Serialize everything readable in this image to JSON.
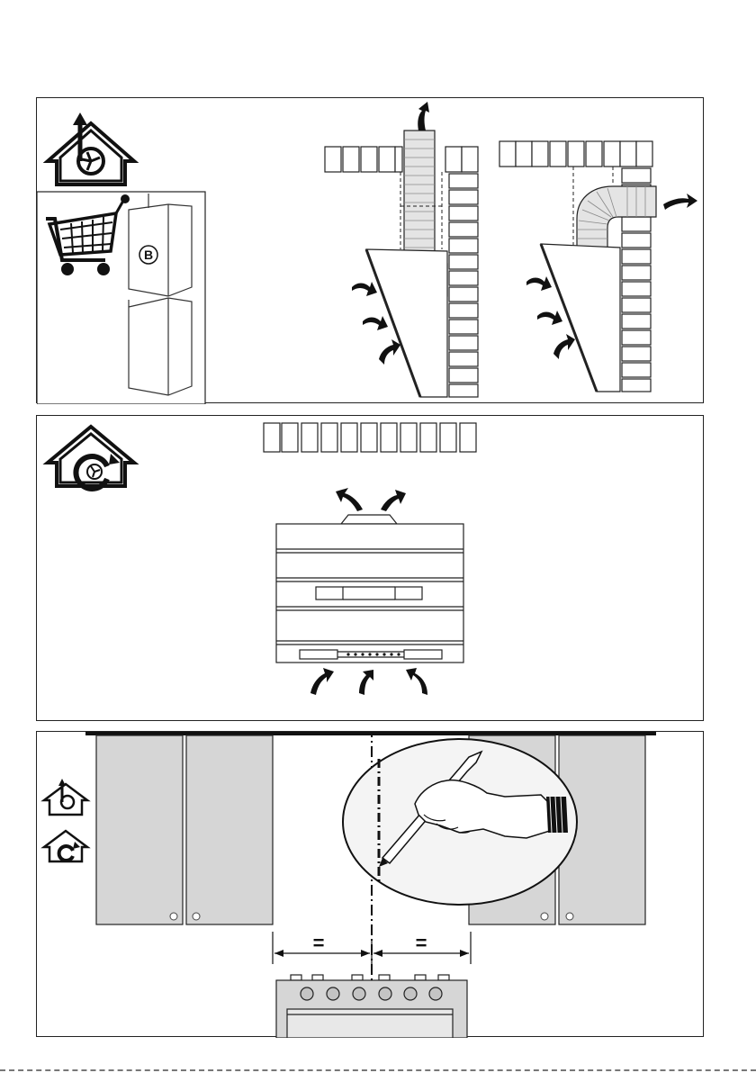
{
  "panel1": {
    "name": "ducted-mode",
    "chimney_label": "B"
  },
  "panel2": {
    "name": "recirculation-mode"
  },
  "panel3": {
    "name": "centering-marking",
    "left_equal_label": "=",
    "right_equal_label": "="
  },
  "colors": {
    "line": "#222222",
    "cabinet_fill": "#d6d6d6",
    "chimney_fill": "#dcdcdc",
    "wall_fill": "#ffffff",
    "hand_ellipse": "#f4f4f4"
  },
  "icons": [
    "ducted-house-icon",
    "recirculation-house-icon",
    "shopping-cart-icon",
    "airflow-arrow-icon",
    "pen-hand-icon"
  ]
}
